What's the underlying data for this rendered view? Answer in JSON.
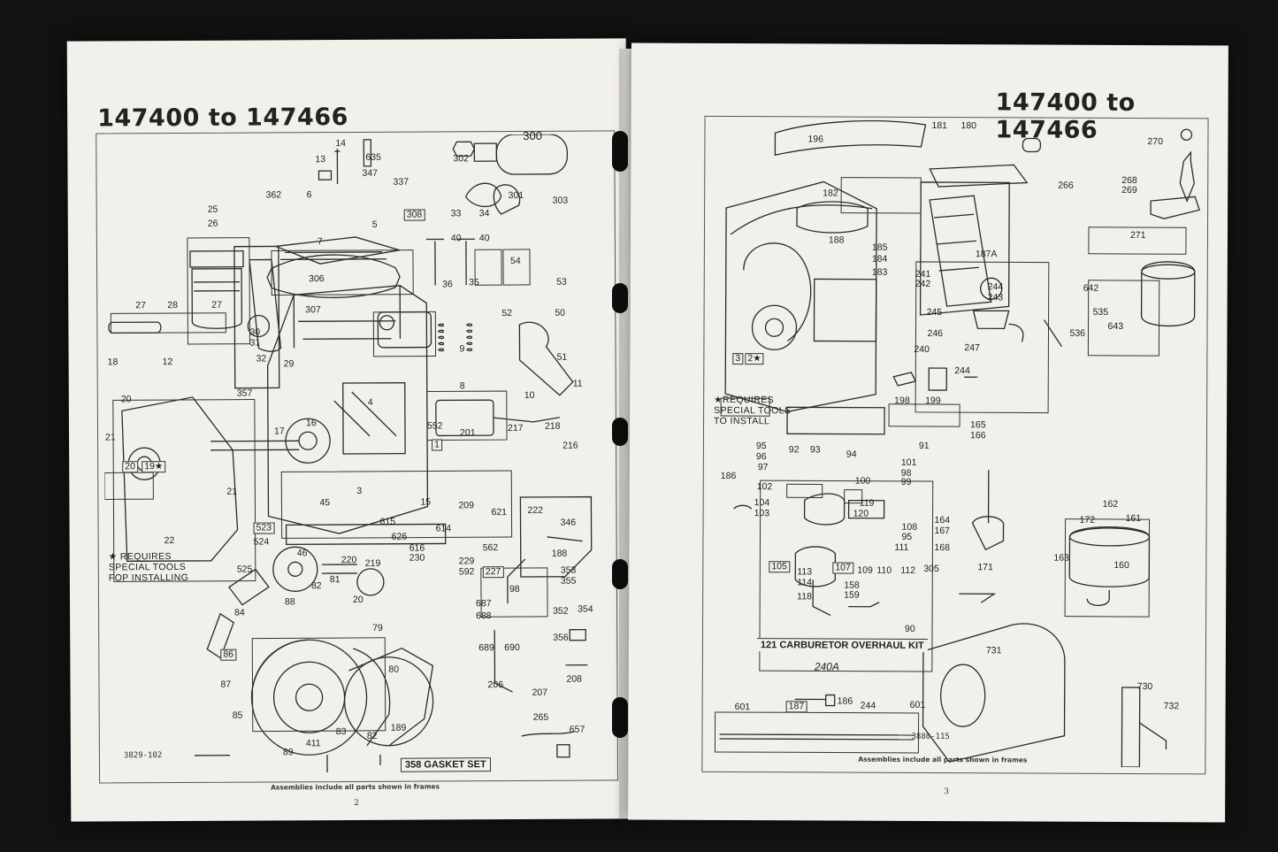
{
  "left_page": {
    "title": "147400 to 147466",
    "drawing_code": "3829-102",
    "footer": "Assemblies include all parts shown in frames",
    "page_number": "2",
    "gasket_set_label": "358 GASKET SET",
    "notes": [
      "★ REQUIRES",
      "SPECIAL TOOLS",
      "FOP INSTALLING"
    ],
    "labels": {
      "l14": "14",
      "l13": "13",
      "l635": "635",
      "l347": "347",
      "l337": "337",
      "l302": "302",
      "l300": "300",
      "l301": "301",
      "l303": "303",
      "l362": "362",
      "l6": "6",
      "l308": "308",
      "l33": "33",
      "l34": "34",
      "l40a": "40",
      "l40b": "40",
      "l5": "5",
      "l7": "7",
      "l25": "25",
      "l26": "26",
      "l27a": "27",
      "l27b": "27",
      "l28": "28",
      "l306": "306",
      "l36": "36",
      "l35": "35",
      "l54": "54",
      "l53": "53",
      "l52": "52",
      "l50": "50",
      "l307": "307",
      "l30": "30",
      "l31": "31",
      "l32": "32",
      "l29": "29",
      "l51": "51",
      "l18": "18",
      "l12": "12",
      "l9": "9",
      "l8": "8",
      "l10": "10",
      "l11": "11",
      "l357": "357",
      "l20a": "20",
      "l4": "4",
      "l16": "16",
      "l17": "17",
      "l21a": "21",
      "l20b": "20",
      "l19": "19★",
      "l21b": "21",
      "l552": "552",
      "l1": "1",
      "l201": "201",
      "l217": "217",
      "l218": "218",
      "l216": "216",
      "l3": "3",
      "l45": "45",
      "l15": "15",
      "l209": "209",
      "l621": "621",
      "l222": "222",
      "l346": "346",
      "l615": "615",
      "l614": "614",
      "l626": "626",
      "l616": "616",
      "l230": "230",
      "l46": "46",
      "l220": "220",
      "l219": "219",
      "l523": "523",
      "l524": "524",
      "l22": "22",
      "l562": "562",
      "l229": "229",
      "l592": "592",
      "l227": "227",
      "l188": "188",
      "l525": "525",
      "l353": "353",
      "l355": "355",
      "l98": "98",
      "l352": "352",
      "l354": "354",
      "l82a": "82",
      "l81": "81",
      "l84": "84",
      "l88": "88",
      "l20c": "20",
      "l687": "687",
      "l688": "688",
      "l79": "79",
      "l689": "689",
      "l690": "690",
      "l356": "356",
      "l86": "86",
      "l87": "87",
      "l80": "80",
      "l206": "206",
      "l207": "207",
      "l208": "208",
      "l85": "85",
      "l83": "83",
      "l82b": "82",
      "l189": "189",
      "l265": "265",
      "l657": "657",
      "l411": "411",
      "l89": "89"
    }
  },
  "right_page": {
    "title": "147400 to 147466",
    "drawing_code": "3880-115",
    "footer": "Assemblies include all parts shown in frames",
    "page_number": "3",
    "carb_kit_label": "121 CARBURETOR OVERHAUL KIT",
    "notes": [
      "★REQUIRES",
      "SPECIAL TOOLS",
      "TO INSTALL"
    ],
    "labels": {
      "r196": "196",
      "r181": "181",
      "r180": "180",
      "r270": "270",
      "r266": "266",
      "r268": "268",
      "r269": "269",
      "r182": "182",
      "r188": "188",
      "r271": "271",
      "r187A": "187A",
      "r185": "185",
      "r184": "184",
      "r183": "183",
      "r241": "241",
      "r242": "242",
      "r244a": "244",
      "r243": "243",
      "r642": "642",
      "r245": "245",
      "r246": "246",
      "r535": "535",
      "r643": "643",
      "r536": "536",
      "r240": "240",
      "r247": "247",
      "r3": "3",
      "r2": "2★",
      "r244b": "244",
      "r198": "198",
      "r199": "199",
      "r165": "165",
      "r166": "166",
      "r91": "91",
      "r95": "95",
      "r92": "92",
      "r93": "93",
      "r94": "94",
      "r101": "101",
      "r96": "96",
      "r98": "98",
      "r97": "97",
      "r100": "100",
      "r99": "99",
      "r186a": "186",
      "r102": "102",
      "r104": "104",
      "r119": "119",
      "r103": "103",
      "r120": "120",
      "r162": "162",
      "r172": "172",
      "r161": "161",
      "r164": "164",
      "r167": "167",
      "r108": "108",
      "r95b": "95",
      "r111": "111",
      "r168": "168",
      "r105": "105",
      "r107": "107",
      "r109": "109",
      "r110": "110",
      "r112": "112",
      "r305": "305",
      "r171": "171",
      "r163": "163",
      "r160": "160",
      "r113": "113",
      "r114": "114",
      "r158": "158",
      "r159": "159",
      "r118": "118",
      "r90": "90",
      "r731": "731",
      "r240A": "240A",
      "r730": "730",
      "r732": "732",
      "r601a": "601",
      "r187": "187",
      "r186b": "186",
      "r244c": "244",
      "r601b": "601"
    }
  }
}
